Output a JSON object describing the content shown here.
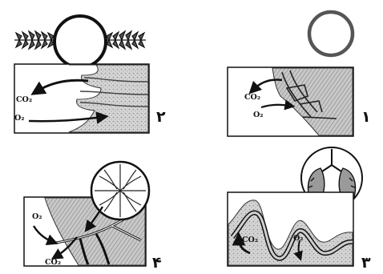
{
  "panels": [
    {
      "number": "۱",
      "labels": {
        "co2": "CO₂",
        "o2": "O₂"
      }
    },
    {
      "number": "۲",
      "labels": {
        "co2": "CO₂",
        "o2": "O₂"
      }
    },
    {
      "number": "۳",
      "labels": {
        "co2": "CO₂",
        "o2": "O₂"
      }
    },
    {
      "number": "۴",
      "labels": {
        "o2": "O₂",
        "co2": "CO₂"
      }
    }
  ],
  "colors": {
    "ink": "#111111",
    "tissue": "#d9d9d9",
    "tissue_dark": "#8c8c8c",
    "paper": "#ffffff"
  }
}
